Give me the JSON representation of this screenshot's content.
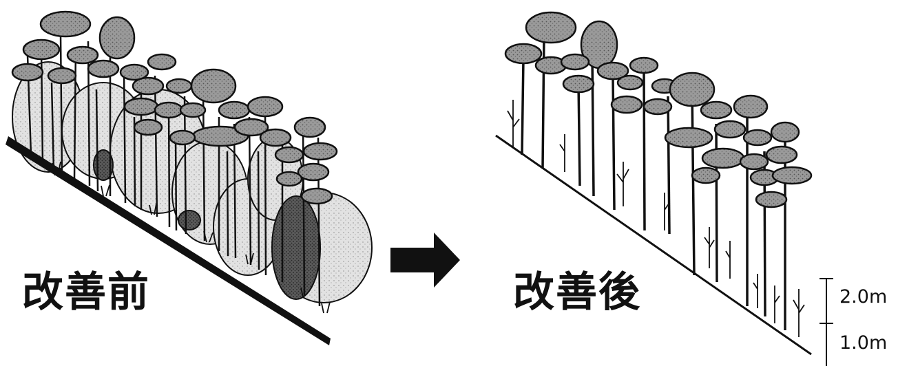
{
  "captions": {
    "before": "改善前",
    "after": "改善後"
  },
  "scale": {
    "upper": "2.0m",
    "lower": "1.0m"
  },
  "colors": {
    "ink": "#111111",
    "canopy_fill": "#8a8a8a",
    "shrub_fill": "#cfcfcf",
    "dark_shrub": "#4a4a4a",
    "background": "#ffffff"
  },
  "arrow": {
    "direction": "right",
    "icon": "arrow-right-icon"
  }
}
